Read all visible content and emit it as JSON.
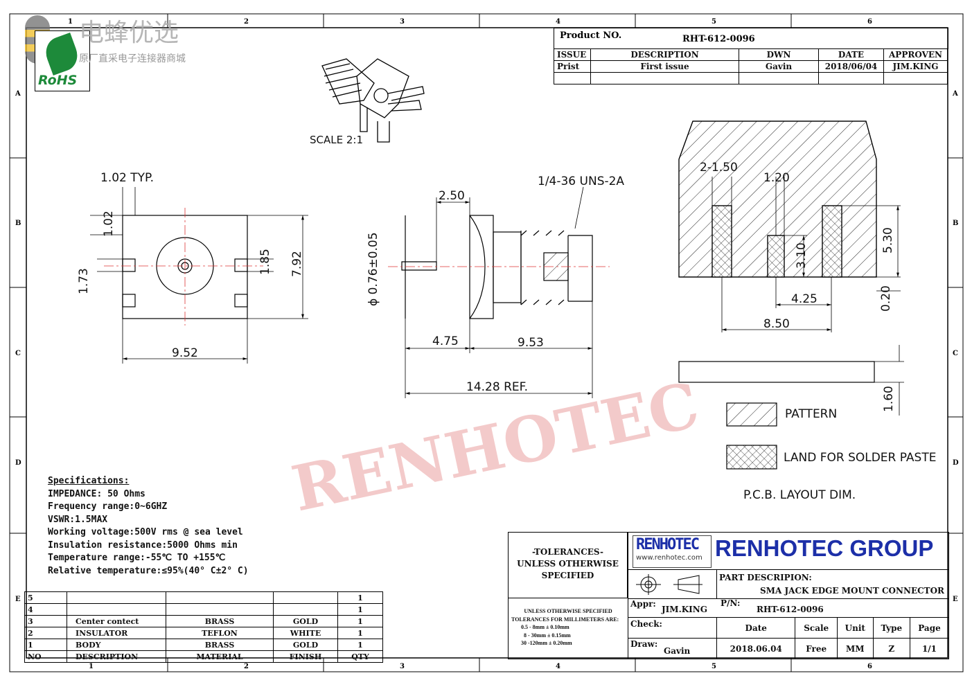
{
  "watermark_logo": {
    "title": "电蜂优选",
    "subtitle": "原厂直采电子连接器商城",
    "rohs": "RoHS"
  },
  "watermark_text": "RENHOTEC",
  "zones": {
    "columns": [
      "1",
      "2",
      "3",
      "4",
      "5",
      "6"
    ],
    "rows": [
      "A",
      "B",
      "C",
      "D",
      "E"
    ]
  },
  "revision_block": {
    "product_label": "Product NO.",
    "product_value": "RHT-612-0096",
    "headers": [
      "ISSUE",
      "DESCRIPTION",
      "DWN",
      "DATE",
      "APPROVEN"
    ],
    "rows": [
      [
        "Prist",
        "First issue",
        "Gavin",
        "2018/06/04",
        "JIM.KING"
      ]
    ]
  },
  "iso_view": {
    "scale_label": "SCALE 2:1"
  },
  "front_view": {
    "typ": "1.02 TYP.",
    "d1": "1.02",
    "d2": "1.73",
    "d3": "1.85",
    "d4": "7.92",
    "width": "9.52"
  },
  "side_view": {
    "thread": "1/4-36 UNS-2A",
    "pin_len": "2.50",
    "pin_dia": "ϕ 0.76±0.05",
    "d1": "4.75",
    "d2": "9.53",
    "total": "14.28 REF."
  },
  "pcb_view": {
    "pad_w": "2-1.50",
    "gap": "1.20",
    "h_small": "3.10",
    "h_large": "5.30",
    "pitch": "4.25",
    "offset": "0.20",
    "span": "8.50",
    "thickness": "1.60",
    "legend": [
      "PATTERN",
      "LAND FOR SOLDER PASTE"
    ],
    "title": "P.C.B. LAYOUT DIM."
  },
  "specifications": {
    "title": "Specifications:",
    "lines": [
      "IMPEDANCE: 50 Ohms",
      "Frequency range:0~6GHZ",
      "VSWR:1.5MAX",
      "Working voltage:500V rms @ sea level",
      "Insulation resistance:5000 Ohms min",
      "Temperature range:-55℃ TO +155℃",
      "Relative temperature:≤95%(40° C±2° C)"
    ]
  },
  "bom": {
    "rows": [
      [
        "5",
        "",
        "",
        "",
        "1"
      ],
      [
        "4",
        "",
        "",
        "",
        "1"
      ],
      [
        "3",
        "Center contect",
        "BRASS",
        "GOLD",
        "1"
      ],
      [
        "2",
        "INSULATOR",
        "TEFLON",
        "WHITE",
        "1"
      ],
      [
        "1",
        "BODY",
        "BRASS",
        "GOLD",
        "1"
      ]
    ],
    "headers": [
      "NO",
      "DESCRIPTION",
      "MATERIAL",
      "FINISH",
      "QTY"
    ]
  },
  "title_block": {
    "tol_title": [
      "-TOLERANCES-",
      "UNLESS OTHERWISE",
      "SPECIFIED"
    ],
    "tol_lines": [
      "UNLESS OTHERWISE SPECIFIED",
      "TOLERANCES FOR MILLIMETERS ARE:",
      "0.5 - 8mm ± 0.10mm",
      "8 - 30mm ± 0.15mm",
      "30 -120mm ± 0.20mm"
    ],
    "brand_logo": "RENHOTEC",
    "brand_url": "www.renhotec.com",
    "company": "RENHOTEC GROUP",
    "part_desc_label": "PART DESCRIPION:",
    "part_desc": "SMA JACK EDGE MOUNT CONNECTOR",
    "appr_label": "Appr:",
    "appr": "JIM.KING",
    "pn_label": "P/N:",
    "pn": "RHT-612-0096",
    "check_label": "Check:",
    "draw_label": "Draw:",
    "draw": "Gavin",
    "info_headers": [
      "Date",
      "Scale",
      "Unit",
      "Type",
      "Page"
    ],
    "info_values": [
      "2018.06.04",
      "Free",
      "MM",
      "Z",
      "1/1"
    ]
  },
  "colors": {
    "brand_blue": "#1c2fa8",
    "brand_red": "#d42020",
    "rohs_green": "#1d8a3a",
    "watermark": "#f3c8c8"
  }
}
